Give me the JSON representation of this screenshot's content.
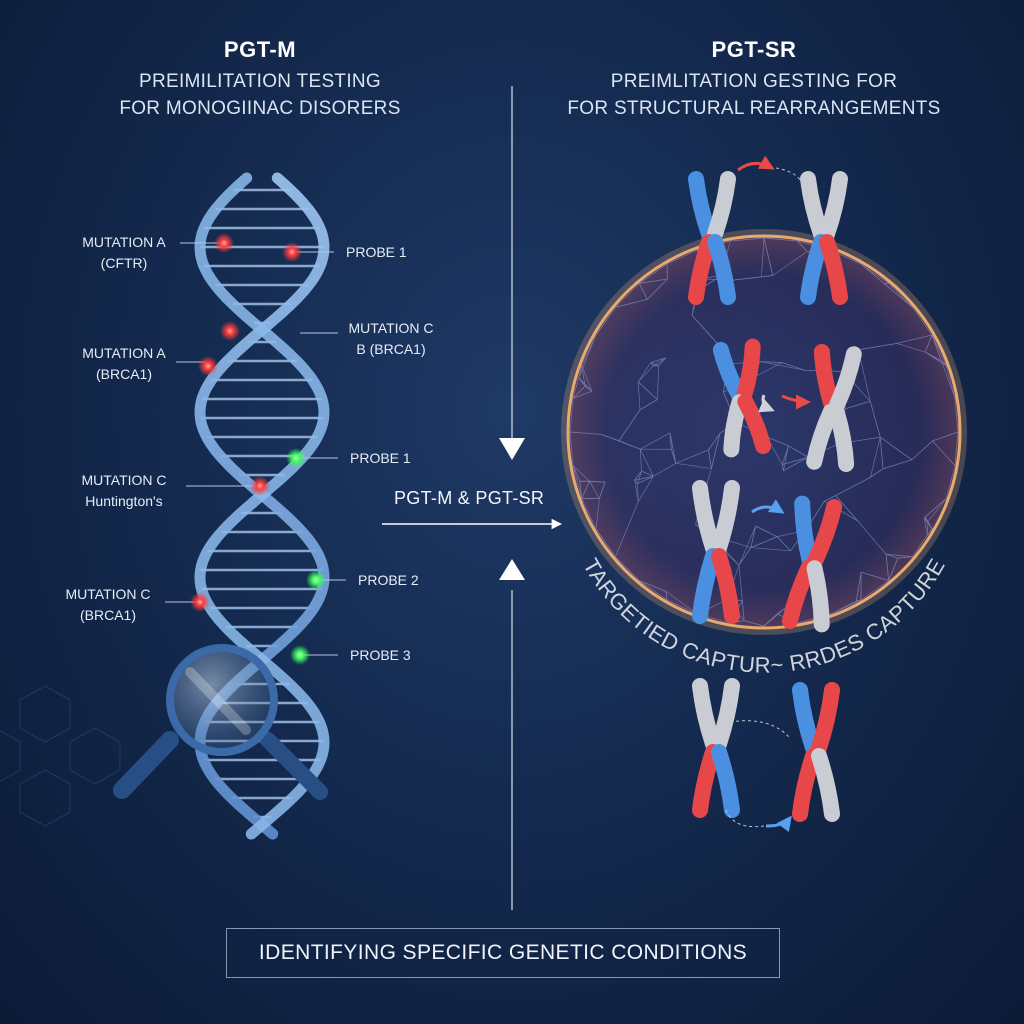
{
  "left_panel": {
    "title": "PGT-M",
    "subtitle_line1": "PREIMILITATION TESTING",
    "subtitle_line2": "FOR MONOGIINAC DISORERS"
  },
  "right_panel": {
    "title": "PGT-SR",
    "subtitle_line1": "PREIMLITATION GESTING FOR",
    "subtitle_line2": "FOR STRUCTURAL REARRANGEMENTS"
  },
  "dna_labels": {
    "mutation_a_cftr": [
      "MUTATION A",
      "(CFTR)"
    ],
    "mutation_a_brca1": [
      "MUTATION A",
      "(BRCA1)"
    ],
    "mutation_c_huntington": [
      "MUTATION C",
      "Huntington's"
    ],
    "mutation_c_brca1_left": [
      "MUTATION C",
      "(BRCA1)"
    ],
    "mutation_c_b_brca1": [
      "MUTATION C",
      "B (BRCA1)"
    ],
    "probe_1_top": "PROBE 1",
    "probe_1_mid": "PROBE 1",
    "probe_2": "PROBE 2",
    "probe_3": "PROBE 3"
  },
  "center_label": "PGT-M & PGT-SR",
  "sphere_caption": "TARGETIED CAPTUR~ RRDES CAPTURE",
  "footer": "IDENTIFYING SPECIFIC GENETIC CONDITIONS",
  "colors": {
    "background": "#142a4f",
    "dna": "#7fb0e6",
    "mutation_marker": "#ff4a4a",
    "probe_marker": "#4dff6a",
    "chromosome_red": "#e8474a",
    "chromosome_blue": "#4a8fe0",
    "chromosome_grey": "#c9ccd2",
    "sphere_rim": "#f0a860"
  }
}
